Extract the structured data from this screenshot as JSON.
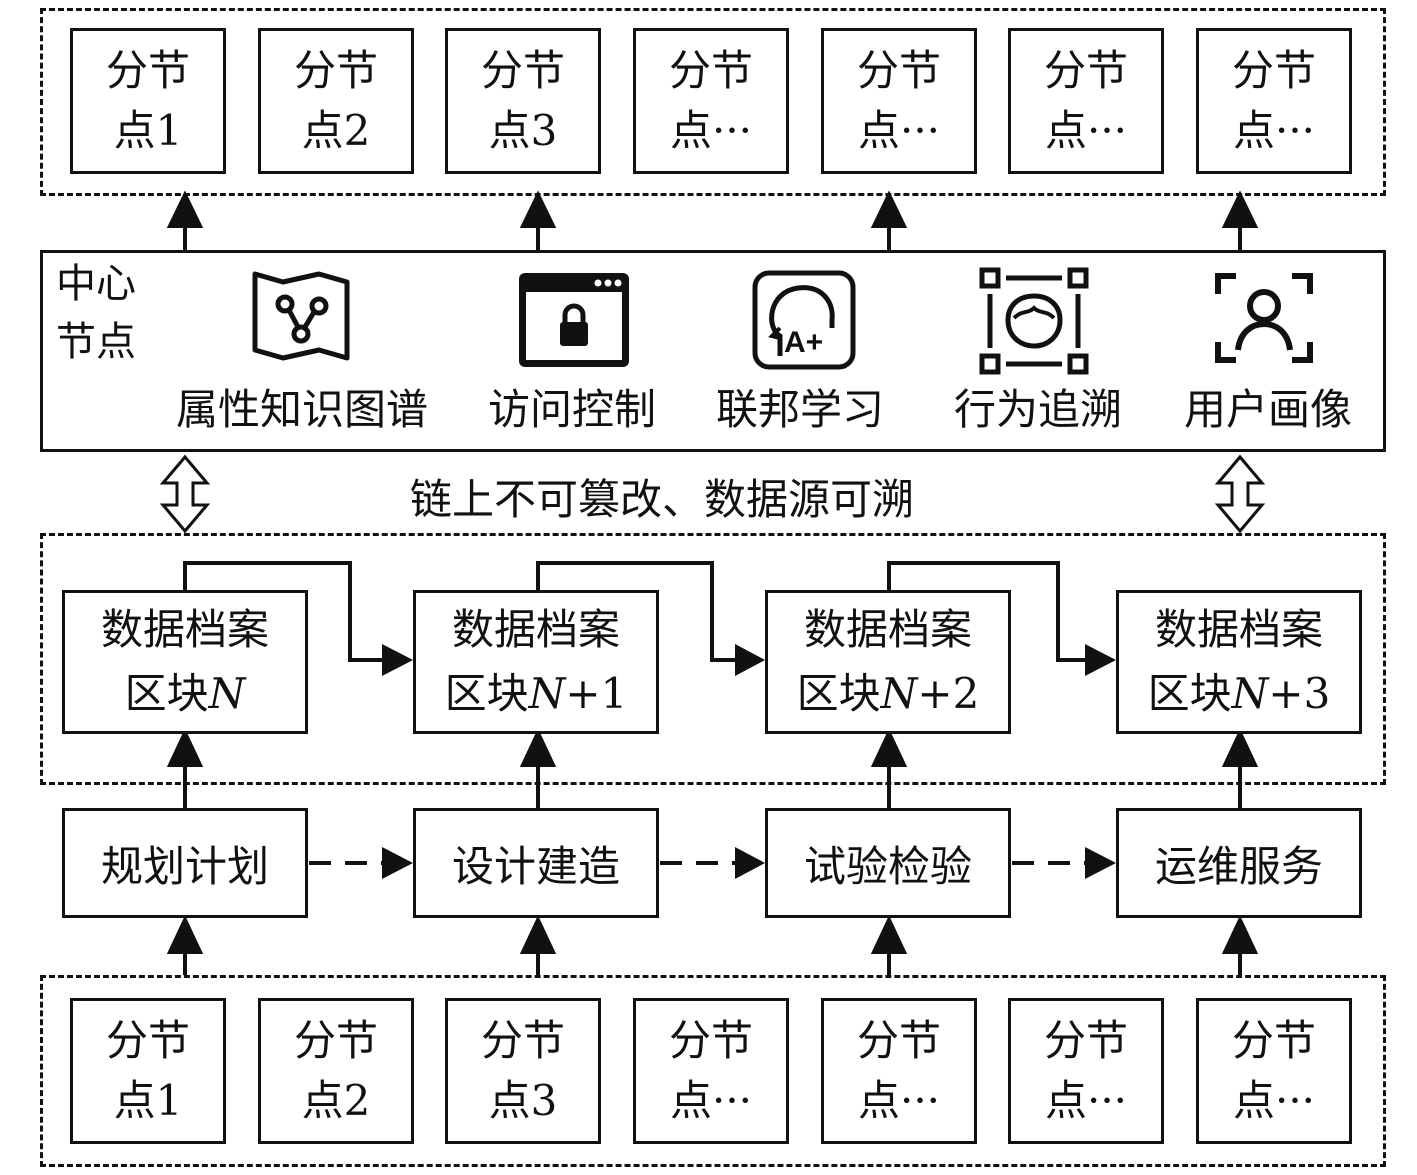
{
  "top_nodes": [
    {
      "line1": "分节",
      "line2": "点1"
    },
    {
      "line1": "分节",
      "line2": "点2"
    },
    {
      "line1": "分节",
      "line2": "点3"
    },
    {
      "line1": "分节",
      "line2": "点···"
    },
    {
      "line1": "分节",
      "line2": "点···"
    },
    {
      "line1": "分节",
      "line2": "点···"
    },
    {
      "line1": "分节",
      "line2": "点···"
    }
  ],
  "center": {
    "label_line1": "中心",
    "label_line2": "节点",
    "features": [
      {
        "label": "属性知识图谱",
        "icon": "knowledge-graph-map-icon"
      },
      {
        "label": "访问控制",
        "icon": "browser-lock-icon"
      },
      {
        "label": "联邦学习",
        "icon": "ai-head-icon"
      },
      {
        "label": "行为追溯",
        "icon": "face-scan-icon"
      },
      {
        "label": "用户画像",
        "icon": "user-portrait-icon"
      }
    ]
  },
  "chain_label": "链上不可篡改、数据源可溯",
  "blocks": [
    {
      "line1": "数据档案",
      "prefix": "区块",
      "var": "N",
      "suffix": ""
    },
    {
      "line1": "数据档案",
      "prefix": "区块",
      "var": "N",
      "suffix": "+1"
    },
    {
      "line1": "数据档案",
      "prefix": "区块",
      "var": "N",
      "suffix": "+2"
    },
    {
      "line1": "数据档案",
      "prefix": "区块",
      "var": "N",
      "suffix": "+3"
    }
  ],
  "phases": [
    "规划计划",
    "设计建造",
    "试验检验",
    "运维服务"
  ],
  "bottom_nodes": [
    {
      "line1": "分节",
      "line2": "点1"
    },
    {
      "line1": "分节",
      "line2": "点2"
    },
    {
      "line1": "分节",
      "line2": "点3"
    },
    {
      "line1": "分节",
      "line2": "点···"
    },
    {
      "line1": "分节",
      "line2": "点···"
    },
    {
      "line1": "分节",
      "line2": "点···"
    },
    {
      "line1": "分节",
      "line2": "点···"
    }
  ],
  "colors": {
    "stroke": "#111111",
    "background": "#ffffff"
  }
}
